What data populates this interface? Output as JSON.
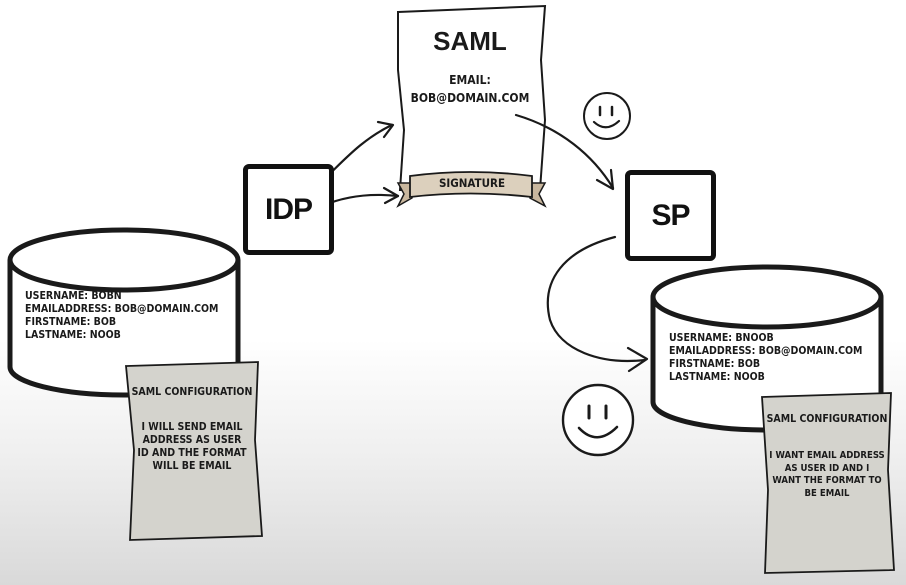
{
  "saml_document": {
    "title": "SAML",
    "email_label": "EMAIL:",
    "email_value": "BOB@DOMAIN.COM",
    "signature": "SIGNATURE"
  },
  "idp": {
    "label": "IDP"
  },
  "sp": {
    "label": "SP"
  },
  "idp_database": {
    "lines": [
      "USERNAME: BOBN",
      "EMAILADDRESS: BOB@DOMAIN.COM",
      "FIRSTNAME: BOB",
      "LASTNAME: NOOB"
    ]
  },
  "sp_database": {
    "lines": [
      "USERNAME: BNOOB",
      "EMAILADDRESS: BOB@DOMAIN.COM",
      "FIRSTNAME: BOB",
      "LASTNAME: NOOB"
    ]
  },
  "idp_config_note": {
    "title": "SAML CONFIGURATION",
    "body": [
      "I WILL SEND EMAIL",
      "ADDRESS AS USER",
      "ID AND THE FORMAT",
      "WILL BE EMAIL"
    ]
  },
  "sp_config_note": {
    "title": "SAML CONFIGURATION",
    "body": [
      "I WANT EMAIL ADDRESS",
      "AS USER ID AND I",
      "WANT THE FORMAT TO",
      "BE EMAIL"
    ]
  },
  "icons": [
    "smiley-face-icon",
    "smiley-face-icon"
  ]
}
